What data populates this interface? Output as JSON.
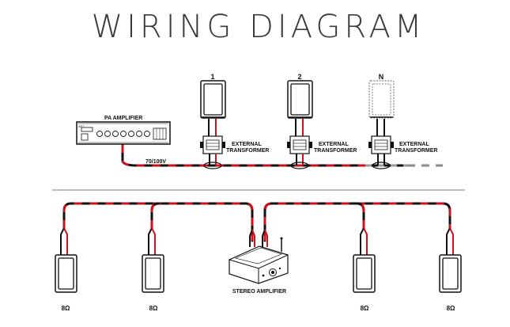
{
  "title": "WIRING DIAGRAM",
  "pa_section": {
    "amplifier_label": "PA AMPLIFIER",
    "line_label": "70/100V",
    "transformer_label_line1": "EXTERNAL",
    "transformer_label_line2": "TRANSFORMER",
    "speakers": [
      {
        "number": "1"
      },
      {
        "number": "2"
      },
      {
        "number": "N"
      }
    ]
  },
  "stereo_section": {
    "amplifier_label": "STEREO AMPLIFIER",
    "speakers": [
      {
        "impedance": "8Ω"
      },
      {
        "impedance": "8Ω"
      },
      {
        "impedance": "8Ω"
      },
      {
        "impedance": "8Ω"
      }
    ]
  },
  "colors": {
    "wire_red": "#d0101a",
    "wire_black": "#111111",
    "ghost_gray": "#9a9a9a",
    "divider": "#999999"
  },
  "icons": [
    "pa-amplifier-icon",
    "transformer-icon",
    "wall-speaker-icon",
    "stereo-amplifier-icon"
  ]
}
